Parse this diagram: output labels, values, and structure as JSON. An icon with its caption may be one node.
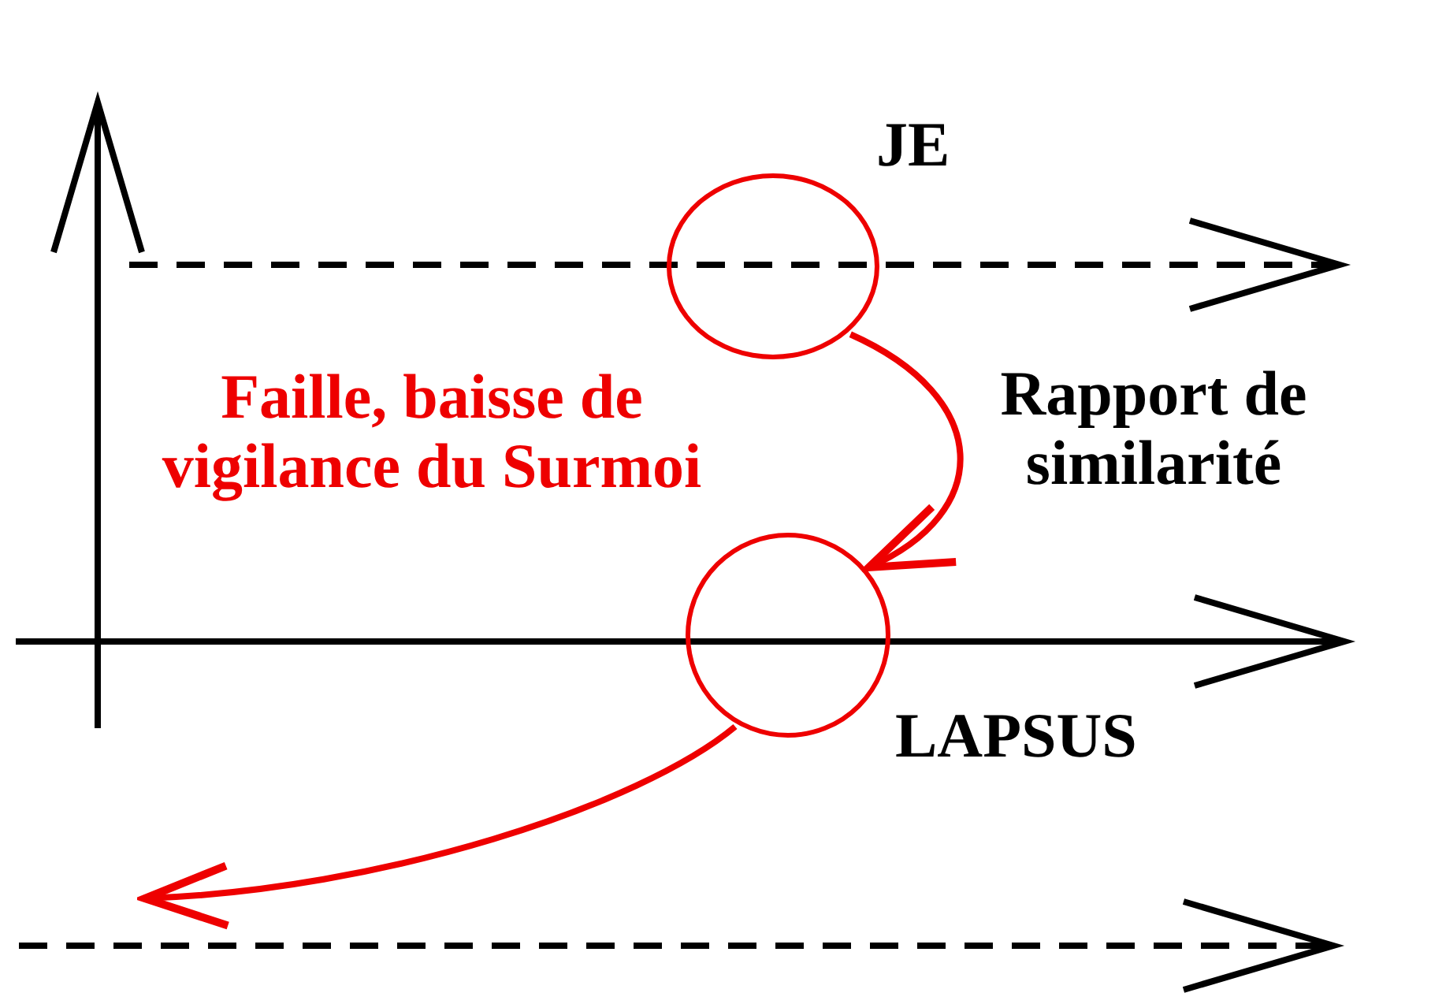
{
  "diagram": {
    "nodes": [
      {
        "text": [],
        "shape": "circle",
        "beside": [
          "JE"
        ]
      },
      {
        "text": [],
        "shape": "circle",
        "beside": [
          "LAPSUS"
        ]
      }
    ],
    "edges": [
      {
        "from": 0,
        "to": 1,
        "arrow": "to",
        "label": "Rapport de similarité"
      },
      {
        "from": 1,
        "to": null,
        "arrow": "to"
      }
    ],
    "labels": [
      "Faille, baisse de vigilance du Surmoi"
    ]
  }
}
